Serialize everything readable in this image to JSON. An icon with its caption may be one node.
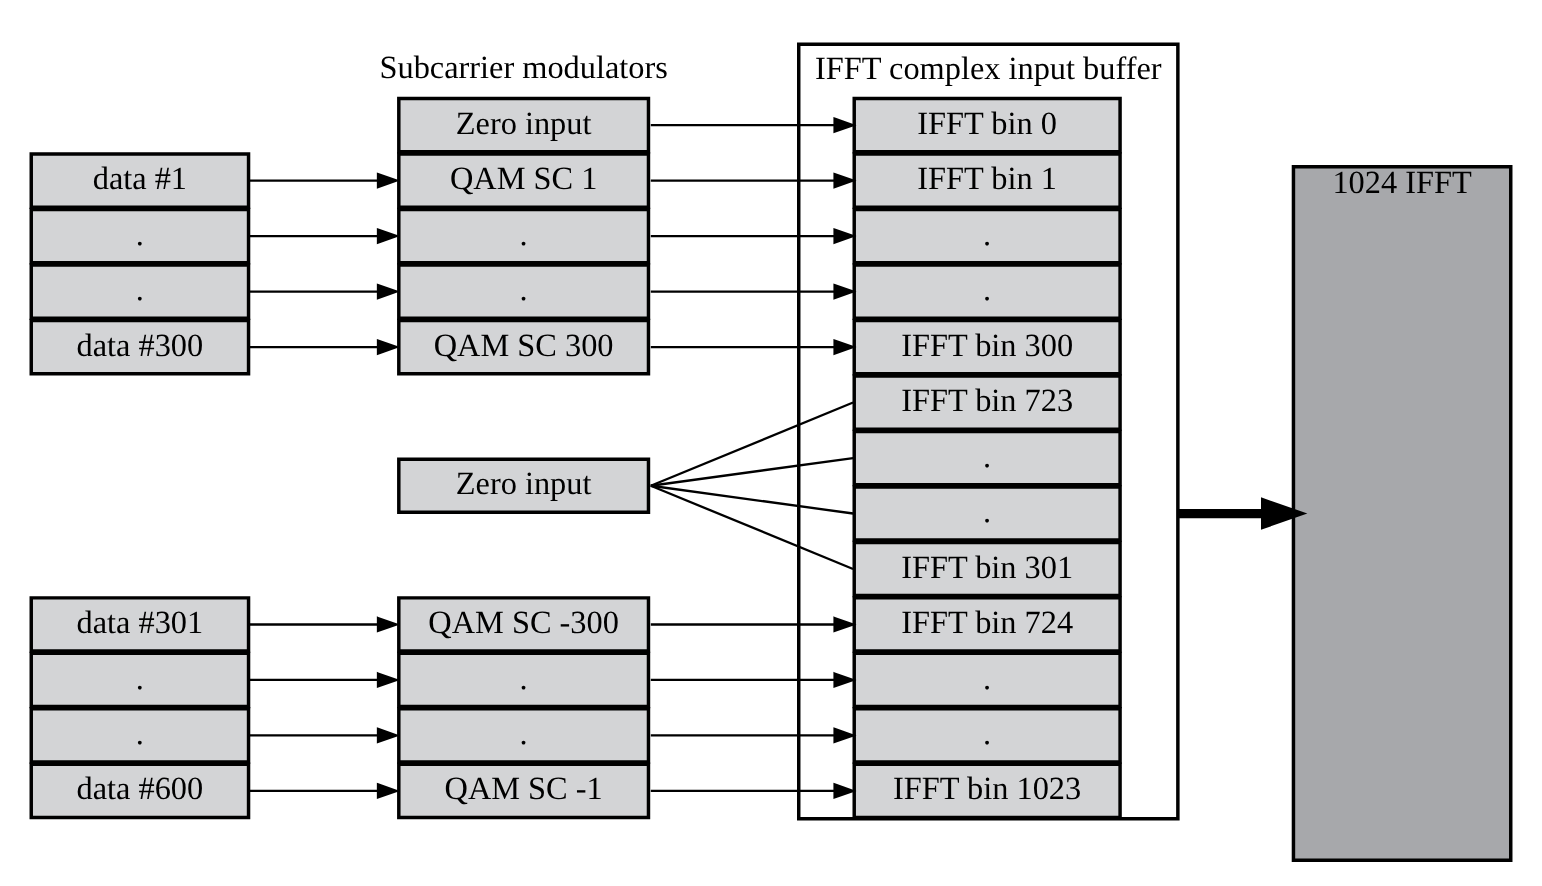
{
  "diagram": {
    "nodes": [
      {
        "text": [
          "data #1"
        ]
      },
      {
        "text": [
          "."
        ]
      },
      {
        "text": [
          "."
        ]
      },
      {
        "text": [
          "data #300"
        ]
      },
      {
        "text": [
          "data #301"
        ]
      },
      {
        "text": [
          "."
        ]
      },
      {
        "text": [
          "."
        ]
      },
      {
        "text": [
          "data #600"
        ]
      },
      {
        "text": [
          "Zero input"
        ]
      },
      {
        "text": [
          "QAM SC 1"
        ]
      },
      {
        "text": [
          "."
        ]
      },
      {
        "text": [
          "."
        ]
      },
      {
        "text": [
          "QAM SC 300"
        ]
      },
      {
        "text": [
          "Zero input"
        ]
      },
      {
        "text": [
          "QAM SC -300"
        ]
      },
      {
        "text": [
          "."
        ]
      },
      {
        "text": [
          "."
        ]
      },
      {
        "text": [
          "QAM SC -1"
        ]
      },
      {
        "text": [
          "IFFT complex input buffer"
        ]
      },
      {
        "text": [
          "IFFT bin 0"
        ],
        "in": 18
      },
      {
        "text": [
          "IFFT bin 1"
        ],
        "in": 18
      },
      {
        "text": [
          "."
        ],
        "in": 18
      },
      {
        "text": [
          "."
        ],
        "in": 18
      },
      {
        "text": [
          "IFFT bin 300"
        ],
        "in": 18
      },
      {
        "text": [
          "IFFT bin 301"
        ],
        "in": 18
      },
      {
        "text": [
          "."
        ],
        "in": 18
      },
      {
        "text": [
          "."
        ],
        "in": 18
      },
      {
        "text": [
          "IFFT bin 723"
        ],
        "in": 18
      },
      {
        "text": [
          "IFFT bin 724"
        ],
        "in": 18
      },
      {
        "text": [
          "."
        ],
        "in": 18
      },
      {
        "text": [
          "."
        ],
        "in": 18
      },
      {
        "text": [
          "IFFT bin 1023"
        ],
        "in": 18
      },
      {
        "text": [
          "1024 IFFT"
        ]
      }
    ],
    "edges": [
      {
        "from": 0,
        "to": 9,
        "arrow": "to"
      },
      {
        "from": 1,
        "to": 10,
        "arrow": "to"
      },
      {
        "from": 2,
        "to": 11,
        "arrow": "to"
      },
      {
        "from": 3,
        "to": 12,
        "arrow": "to"
      },
      {
        "from": 4,
        "to": 14,
        "arrow": "to"
      },
      {
        "from": 5,
        "to": 15,
        "arrow": "to"
      },
      {
        "from": 6,
        "to": 16,
        "arrow": "to"
      },
      {
        "from": 7,
        "to": 17,
        "arrow": "to"
      },
      {
        "from": 8,
        "to": 19,
        "arrow": "to"
      },
      {
        "from": 9,
        "to": 20,
        "arrow": "to"
      },
      {
        "from": 10,
        "to": 21,
        "arrow": "to"
      },
      {
        "from": 11,
        "to": 22,
        "arrow": "to"
      },
      {
        "from": 12,
        "to": 23,
        "arrow": "to"
      },
      {
        "from": 13,
        "to": 24,
        "arrow": "none"
      },
      {
        "from": 13,
        "to": 25,
        "arrow": "none"
      },
      {
        "from": 13,
        "to": 26,
        "arrow": "none"
      },
      {
        "from": 13,
        "to": 27,
        "arrow": "none"
      },
      {
        "from": 14,
        "to": 28,
        "arrow": "to"
      },
      {
        "from": 15,
        "to": 29,
        "arrow": "to"
      },
      {
        "from": 16,
        "to": 30,
        "arrow": "to"
      },
      {
        "from": 17,
        "to": 31,
        "arrow": "to"
      },
      {
        "from": 18,
        "to": 32,
        "arrow": "to",
        "style": "thick"
      }
    ],
    "labels": [
      "Subcarrier modulators"
    ]
  }
}
